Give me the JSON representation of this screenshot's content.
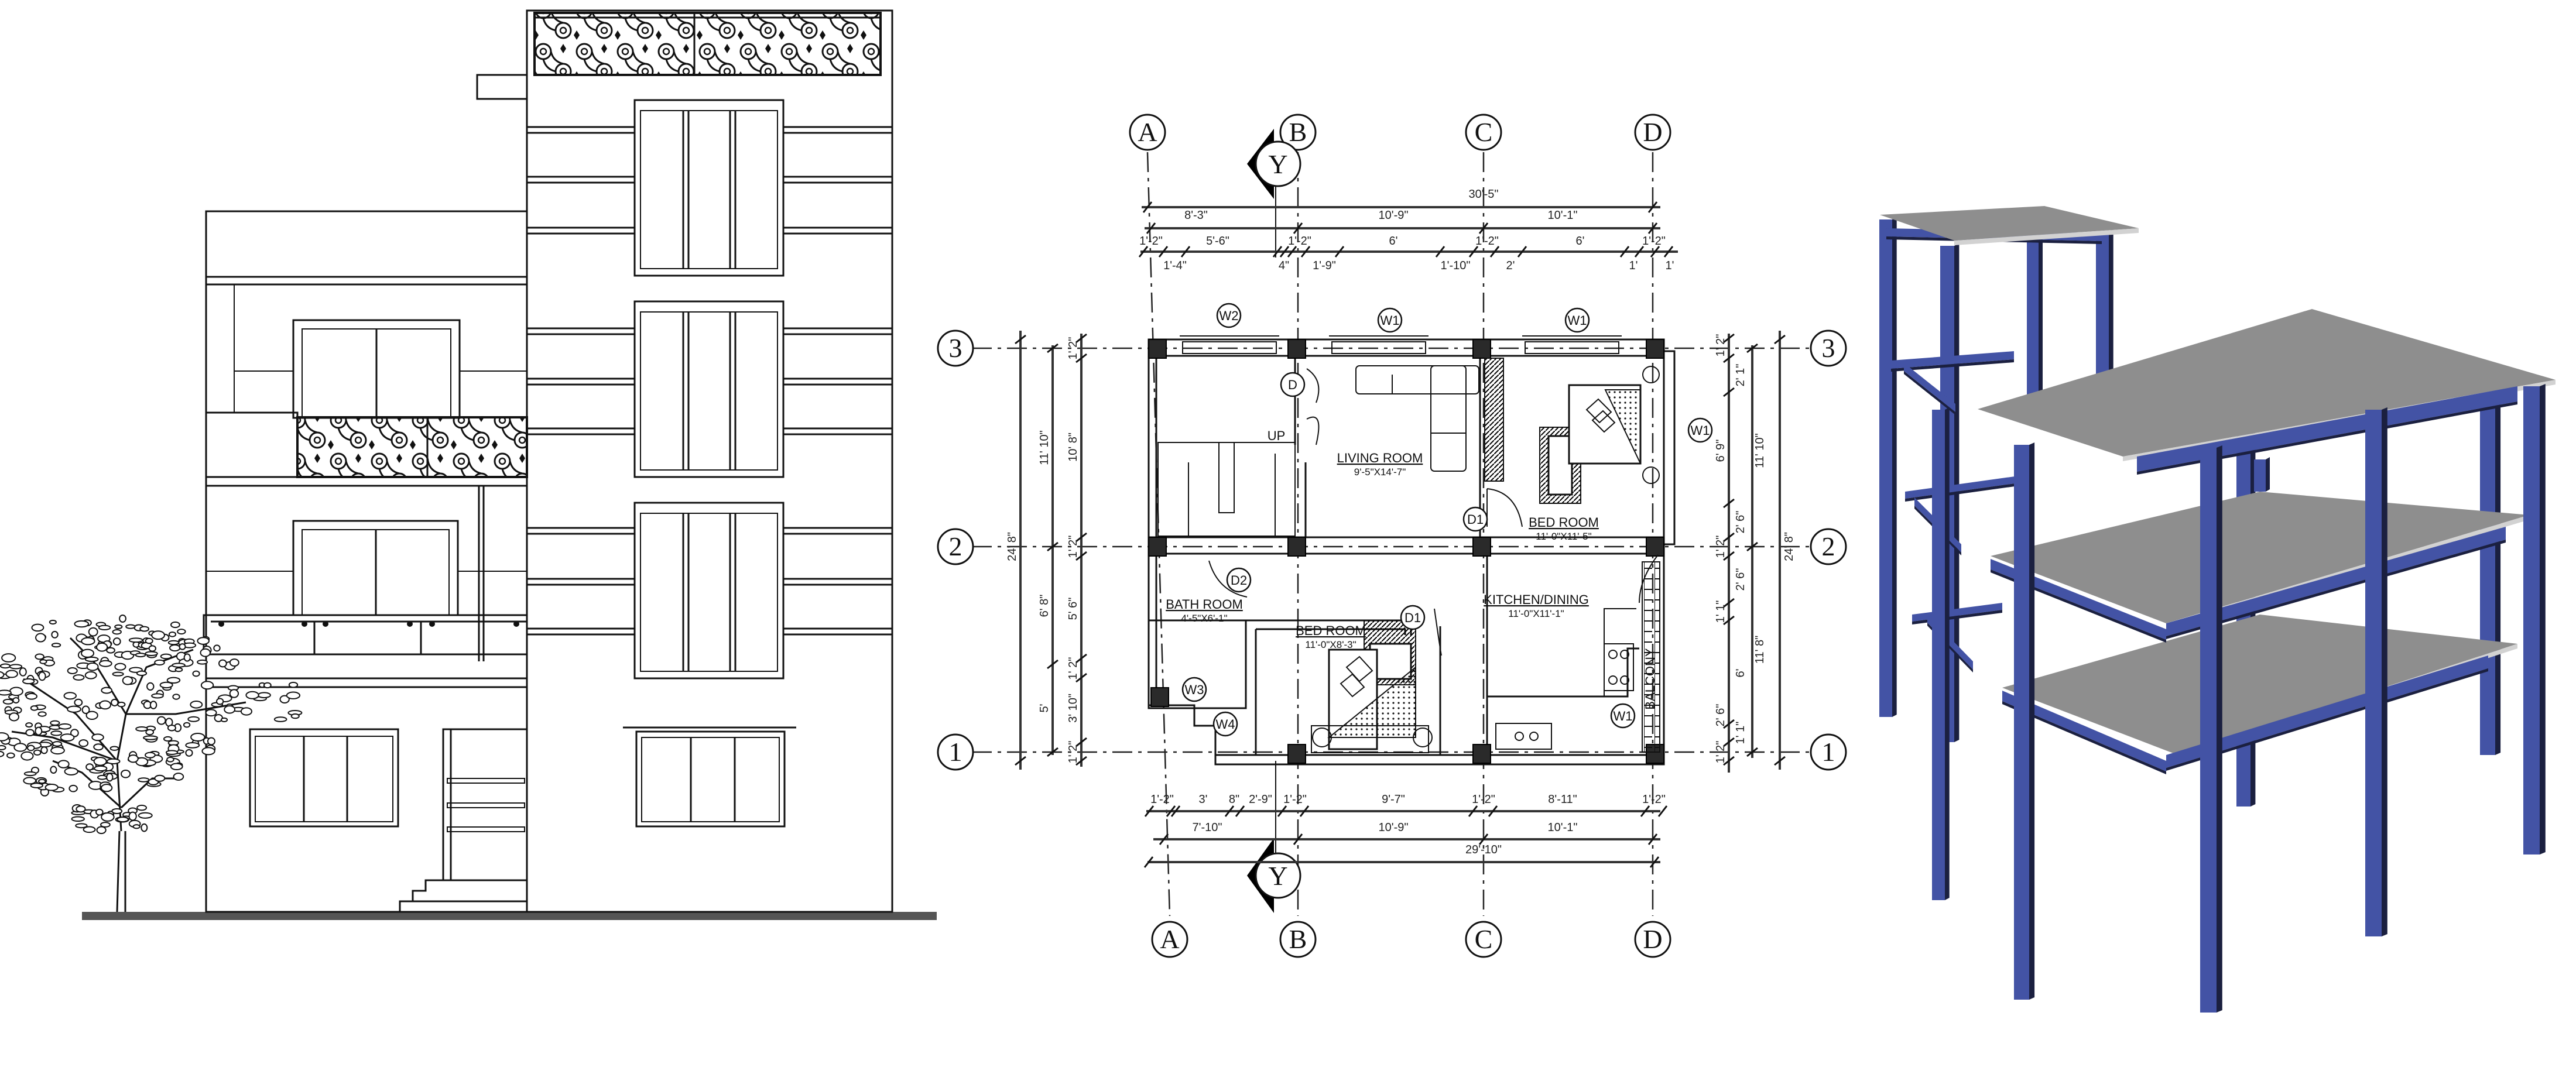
{
  "colors": {
    "frame_blue": "#4353A5",
    "frame_shadow": "#1B2040",
    "slab_gray": "#8E8E8E",
    "slab_edge": "#D2D2D2",
    "line": "#111111"
  },
  "floor_plan": {
    "grid_columns": [
      "A",
      "B",
      "C",
      "D"
    ],
    "grid_rows": [
      "3",
      "2",
      "1"
    ],
    "section_mark": "Y",
    "rooms": [
      {
        "name": "LIVING ROOM",
        "size": "9'-5\"X14'-7\""
      },
      {
        "name": "BED ROOM",
        "size": "11'-0\"X11'-5\""
      },
      {
        "name": "BATH ROOM",
        "size": "4'-5\"X6'-1\""
      },
      {
        "name": "BED ROOM",
        "size": "11'-0\"X8'-3\""
      },
      {
        "name": "KITCHEN/DINING",
        "size": "11'-0\"X11'-1\""
      }
    ],
    "balcony_label": "BALCONY",
    "stair_label": "UP",
    "tags": [
      "W2",
      "W1",
      "W1",
      "D",
      "D1",
      "D2",
      "D1",
      "W3",
      "W4",
      "W1",
      "W1"
    ],
    "dimensions": {
      "top_overall": "30'-5\"",
      "top_bays": [
        "8'-3\"",
        "10'-9\"",
        "10'-1\""
      ],
      "top_detail": [
        "1'-2\"",
        "1'-4\"",
        "5'-6\"",
        "4\"",
        "1'-2\"",
        "1'-9\"",
        "6'",
        "1'-10\"",
        "1'-2\"",
        "2'",
        "6'",
        "1'",
        "1'-2\"",
        "1'"
      ],
      "bottom_detail": [
        "1'-2\"",
        "3'",
        "8\"",
        "2'-9\"",
        "1'-2\"",
        "9'-7\"",
        "1'-2\"",
        "8'-11\"",
        "1'-2\""
      ],
      "bottom_bays": [
        "7'-10\"",
        "10'-9\"",
        "10'-1\""
      ],
      "bottom_overall": "29'-10\"",
      "left_overall": "24' 8\"",
      "left_bays": [
        "11' 10\"",
        "6' 8\"",
        "5'"
      ],
      "left_detail": [
        "1' 2\"",
        "10' 8\"",
        "1' 2\"",
        "5' 6\"",
        "1' 2\"",
        "3' 10\"",
        "1' 2\""
      ],
      "right_overall": "24' 8\"",
      "right_bays": [
        "11' 10\"",
        "11' 8\""
      ],
      "right_detail": [
        "1' 2\"",
        "2' 1\"",
        "6' 9\"",
        "2' 6\"",
        "1' 2\"",
        "2' 6\"",
        "1' 1\"",
        "6'",
        "2' 6\"",
        "1' 1\"",
        "1' 2\""
      ]
    }
  }
}
